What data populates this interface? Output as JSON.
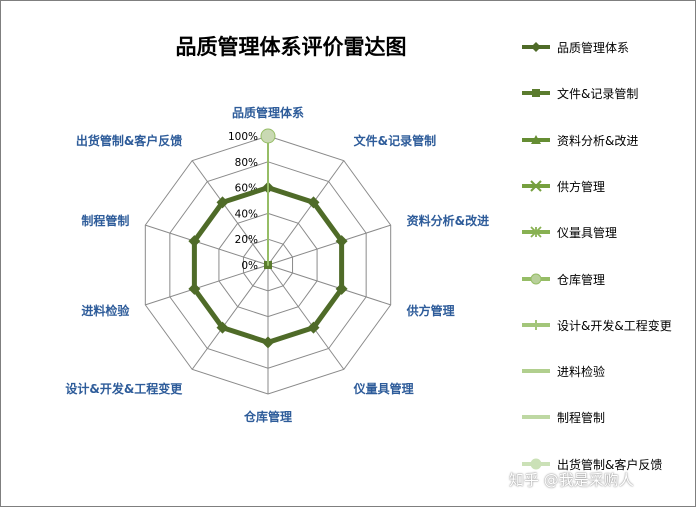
{
  "chart_data": {
    "type": "radar",
    "title": "品质管理体系评价雷达图",
    "categories": [
      "品质管理体系",
      "文件&记录管制",
      "资料分析&改进",
      "供方管理",
      "仪量具管理",
      "仓库管理",
      "设计&开发&工程变更",
      "进料检验",
      "制程管制",
      "出货管制&客户反馈"
    ],
    "tick_labels": [
      "0%",
      "20%",
      "40%",
      "60%",
      "80%",
      "100%"
    ],
    "ylim": [
      0,
      1
    ],
    "grid": true,
    "legend_position": "right",
    "series": [
      {
        "name": "品质管理体系",
        "marker": "diamond",
        "color": "#4f6b28",
        "values": [
          0.6,
          0.6,
          0.6,
          0.6,
          0.6,
          0.6,
          0.6,
          0.6,
          0.6,
          0.6
        ]
      },
      {
        "name": "文件&记录管制",
        "marker": "square",
        "color": "#5b7c2e",
        "values": [
          0,
          0,
          0,
          0,
          0,
          0,
          0,
          0,
          0,
          0
        ]
      },
      {
        "name": "资料分析&改进",
        "marker": "triangle",
        "color": "#658d33",
        "values": [
          0,
          0,
          0,
          0,
          0,
          0,
          0,
          0,
          0,
          0
        ]
      },
      {
        "name": "供方管理",
        "marker": "x",
        "color": "#76a03f",
        "values": [
          0,
          0,
          0,
          0,
          0,
          0,
          0,
          0,
          0,
          0
        ]
      },
      {
        "name": "仪量具管理",
        "marker": "star",
        "color": "#88b152",
        "values": [
          0,
          0,
          0,
          0,
          0,
          0,
          0,
          0,
          0,
          0
        ]
      },
      {
        "name": "仓库管理",
        "marker": "circle",
        "color": "#96bd66",
        "values": [
          1,
          0,
          0,
          0,
          0,
          0,
          0,
          0,
          0,
          0
        ]
      },
      {
        "name": "设计&开发&工程变更",
        "marker": "plus",
        "color": "#a3c67a",
        "values": [
          0,
          0,
          0,
          0,
          0,
          0,
          0,
          0,
          0,
          0
        ]
      },
      {
        "name": "进料检验",
        "marker": "dash",
        "color": "#b1cf8e",
        "values": [
          0,
          0,
          0,
          0,
          0,
          0,
          0,
          0,
          0,
          0
        ]
      },
      {
        "name": "制程管制",
        "marker": "dash",
        "color": "#bed8a3",
        "values": [
          0,
          0,
          0,
          0,
          0,
          0,
          0,
          0,
          0,
          0
        ]
      },
      {
        "name": "出货管制&客户反馈",
        "marker": "circle",
        "color": "#cbe1b7",
        "values": [
          0,
          0,
          0,
          0,
          0,
          0,
          0,
          0,
          0,
          0
        ]
      }
    ]
  },
  "watermark": "知乎 @我是采购人"
}
